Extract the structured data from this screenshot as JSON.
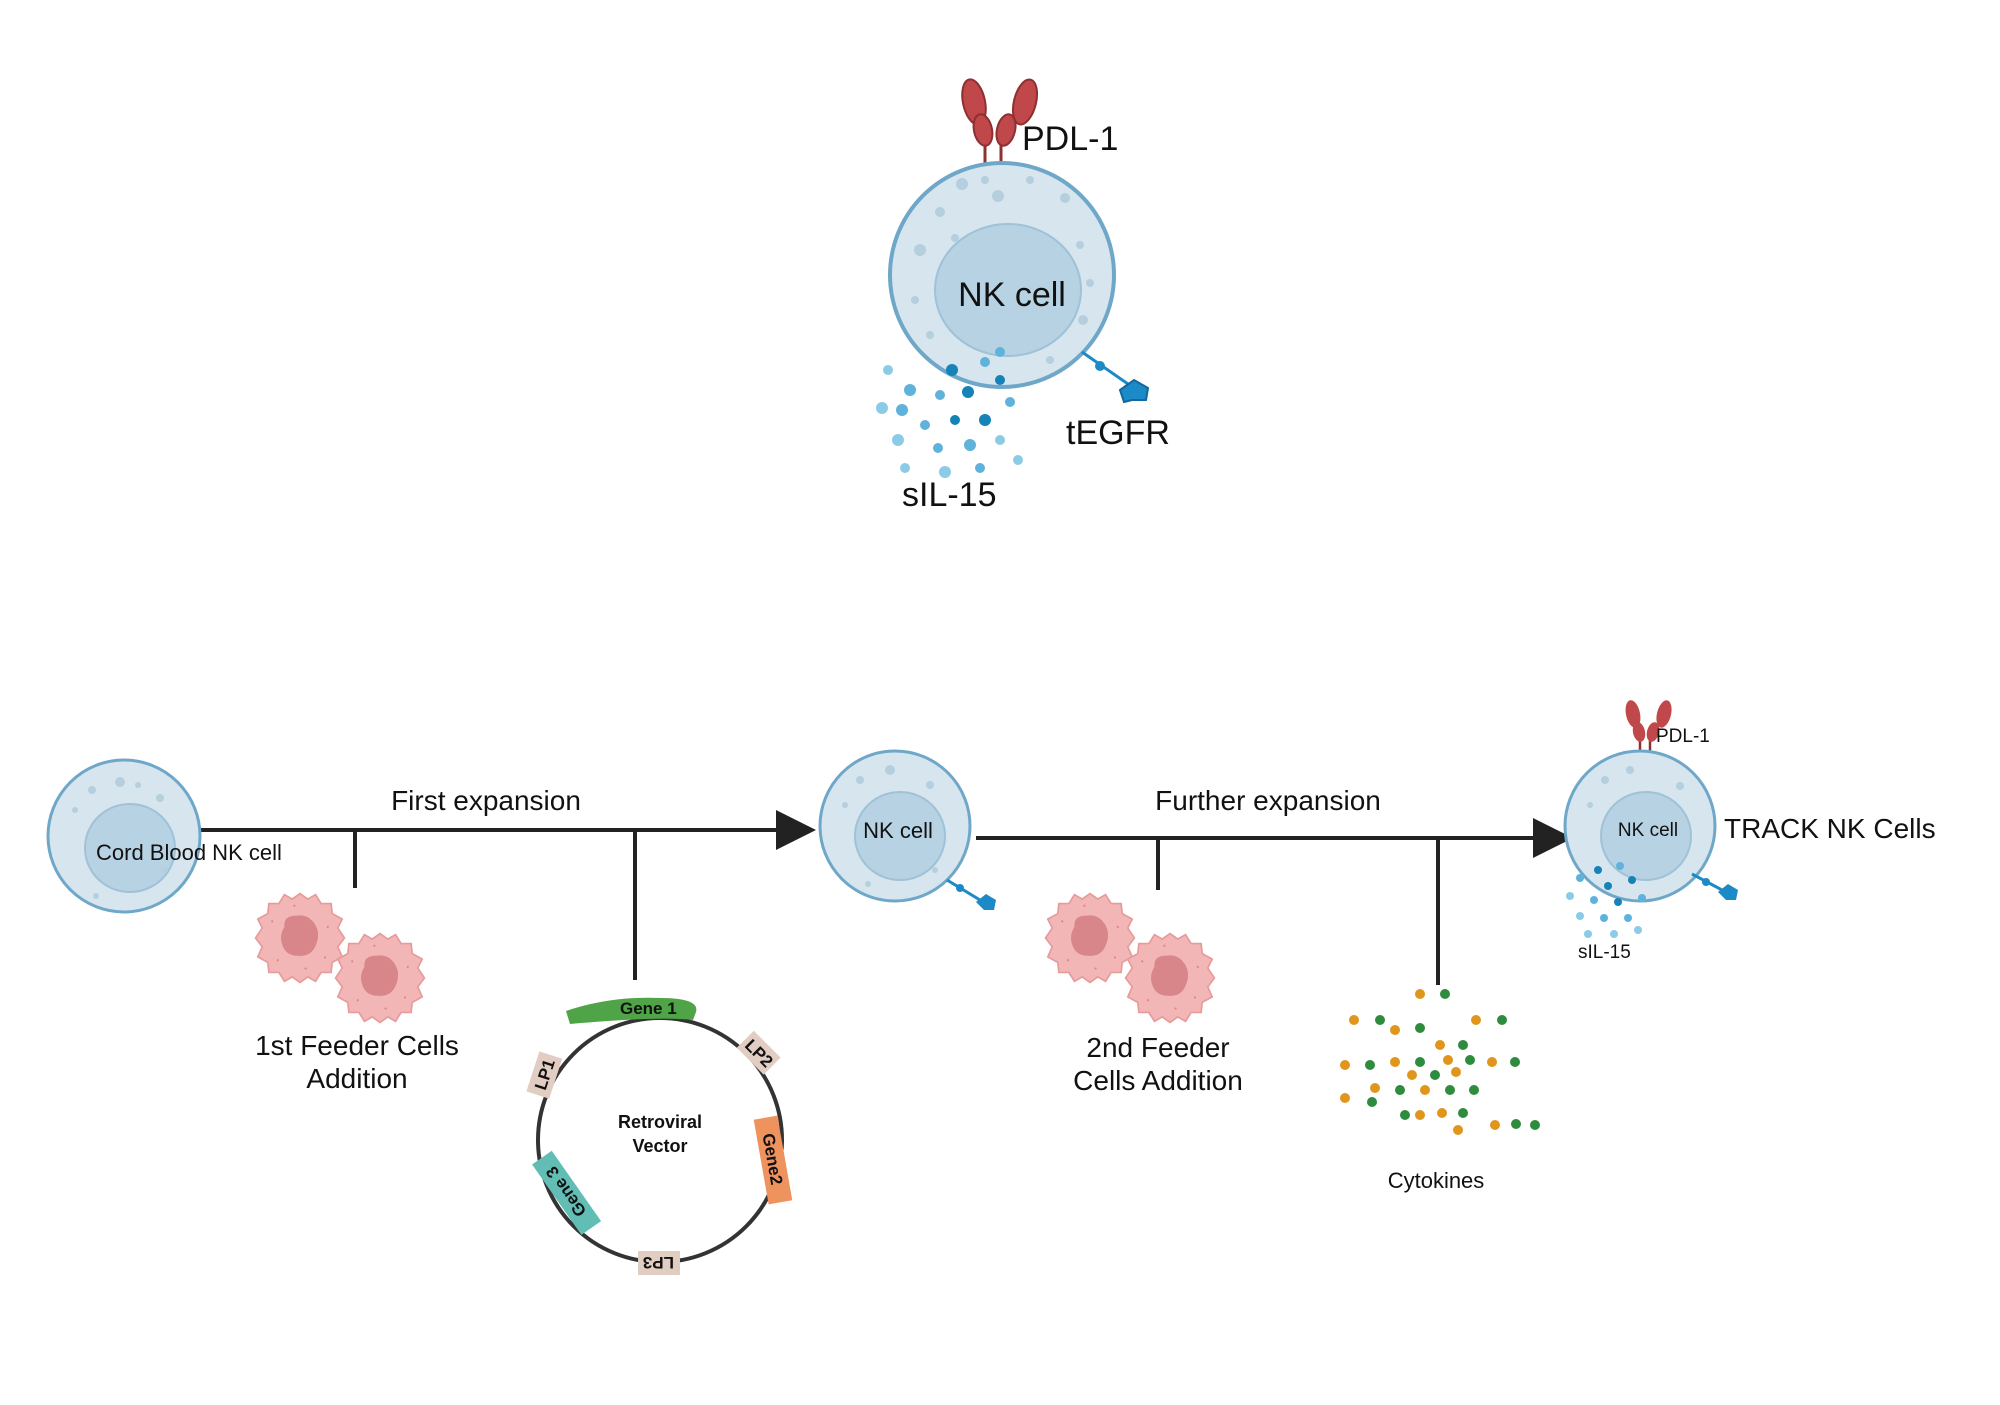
{
  "top_cell": {
    "cell_label": "NK cell",
    "pdl1_label": "PDL-1",
    "tegfr_label": "tEGFR",
    "sil15_label": "sIL-15"
  },
  "workflow": {
    "start_cell_label": "Cord Blood NK cell",
    "first_expansion_label": "First expansion",
    "first_feeder_label_line1": "1st Feeder Cells",
    "first_feeder_label_line2": "Addition",
    "mid_cell_label": "NK cell",
    "further_expansion_label": "Further expansion",
    "second_feeder_label_line1": "2nd Feeder",
    "second_feeder_label_line2": "Cells Addition",
    "cytokines_label": "Cytokines",
    "final_cell_label": "NK cell",
    "final_pdl1_label": "PDL-1",
    "final_sil15_label": "sIL-15",
    "final_product_label": "TRACK NK Cells"
  },
  "vector": {
    "title_line1": "Retroviral",
    "title_line2": "Vector",
    "segments": [
      "Gene 1",
      "LP2",
      "Gene2",
      "LP3",
      "Gene 3",
      "LP1"
    ]
  },
  "colors": {
    "cell_fill": "#d6e5ee",
    "cell_stroke": "#6fa7c9",
    "nucleus_fill": "#b7d2e2",
    "pdl1": "#c0474a",
    "tegfr": "#1c8ac6",
    "feeder_fill": "#f3b6b6",
    "feeder_nucleus": "#d9868a",
    "cytokine_orange": "#e0961c",
    "cytokine_green": "#2e8c3e",
    "gene1": "#4fa447",
    "gene2": "#ee925e",
    "gene3": "#62bdb4",
    "lp": "#e2cdc3"
  }
}
